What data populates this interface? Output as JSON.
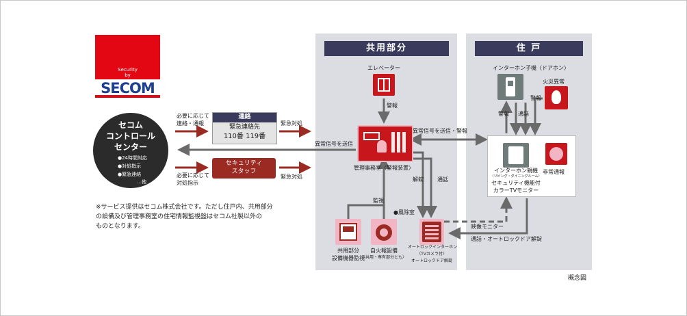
{
  "brand": {
    "security": "Security",
    "by": "by",
    "logo": "SECOM",
    "color": "#e30613"
  },
  "center": {
    "title_lines": [
      "セコム",
      "コントロール",
      "センター"
    ],
    "bullets": [
      "●24時間対応",
      "●対処指示",
      "●緊急連絡"
    ],
    "etc": "…他"
  },
  "left_flow": {
    "upper_left_label": [
      "必要に応じて",
      "連絡・通報"
    ],
    "upper_box_title": "連絡",
    "upper_box_lines": [
      "緊急連絡先",
      "110番 119番"
    ],
    "upper_right_label": "緊急対処",
    "lower_left_label": [
      "必要に応じて",
      "対処指示"
    ],
    "lower_box_lines": [
      "セキュリティ",
      "スタッフ"
    ],
    "lower_right_label": "緊急対処",
    "signal_label": "異常信号を送信"
  },
  "note": [
    "※サービス提供はセコム株式会社です。ただし住戸内、共用部分",
    "の設備及び管理事務室の住宅情報監視盤はセコム社製以外の",
    "ものとなります。"
  ],
  "common_area": {
    "header": "共用部分",
    "elevator": "エレベーター",
    "alarm": "警報",
    "office": "管理事務室〈警報装置〉",
    "unlock": "解錠",
    "call": "通話",
    "monitor": "監視",
    "wind_room": "●風除室",
    "facility": [
      "共用部分",
      "設備機器監視"
    ],
    "fire_alarm": [
      "自火報設備",
      "〈共用・専有部分とも〉"
    ],
    "autolock": [
      "オートロックインターホン",
      "〈TVカメラ付〉",
      "オートロックドア解錠"
    ]
  },
  "dwelling": {
    "header": "住 戸",
    "door_phone": "インターホン子機〈ドアホン〉",
    "fire": "火災異常",
    "alarm": "警報",
    "alarm2": "警報",
    "call": "通話",
    "intercom": [
      "インターホン親機",
      "〈リビング・ダイニングルーム〉",
      "セキュリティ機能付",
      "カラーTVモニター"
    ],
    "emergency": "非常通報"
  },
  "links": {
    "abnormal_signal": "異常信号を送信・警報",
    "video_monitor": "映像モニター",
    "call_unlock": "通話・オートロックドア解錠"
  },
  "caption": "概念図",
  "colors": {
    "arrow_red": "#9b2a23",
    "arrow_grey": "#6a6a6a",
    "panel": "#dcdde3",
    "header": "#3a3b5c"
  }
}
